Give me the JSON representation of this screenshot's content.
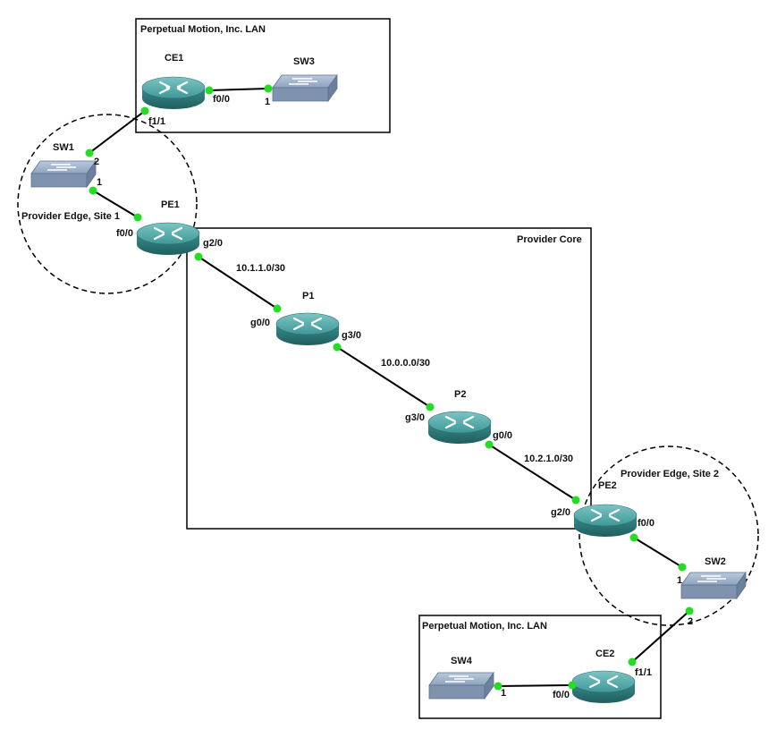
{
  "areas": {
    "lan_top": "Perpetual Motion, Inc. LAN",
    "lan_bottom": "Perpetual Motion, Inc. LAN",
    "provider_core": "Provider Core",
    "pe_site1": "Provider Edge, Site 1",
    "pe_site2": "Provider Edge, Site 2"
  },
  "devices": {
    "ce1": "CE1",
    "sw3": "SW3",
    "sw1": "SW1",
    "pe1": "PE1",
    "p1": "P1",
    "p2": "P2",
    "pe2": "PE2",
    "sw2": "SW2",
    "ce2": "CE2",
    "sw4": "SW4"
  },
  "ports": {
    "ce1_f00": "f0/0",
    "sw3_1": "1",
    "ce1_f11": "f1/1",
    "sw1_2": "2",
    "sw1_1": "1",
    "pe1_f00": "f0/0",
    "pe1_g20": "g2/0",
    "p1_g00": "g0/0",
    "p1_g30": "g3/0",
    "p2_g30": "g3/0",
    "p2_g00": "g0/0",
    "pe2_g20": "g2/0",
    "pe2_f00": "f0/0",
    "sw2_1": "1",
    "sw2_2": "2",
    "ce2_f11": "f1/1",
    "ce2_f00": "f0/0",
    "sw4_1": "1"
  },
  "subnets": {
    "pe1_p1": "10.1.1.0/30",
    "p1_p2": "10.0.0.0/30",
    "p2_pe2": "10.2.1.0/30"
  },
  "colors": {
    "link": "#000000",
    "port_dot": "#22dd22",
    "router": "#3a8f8f",
    "switch": "#8fa6c2"
  }
}
